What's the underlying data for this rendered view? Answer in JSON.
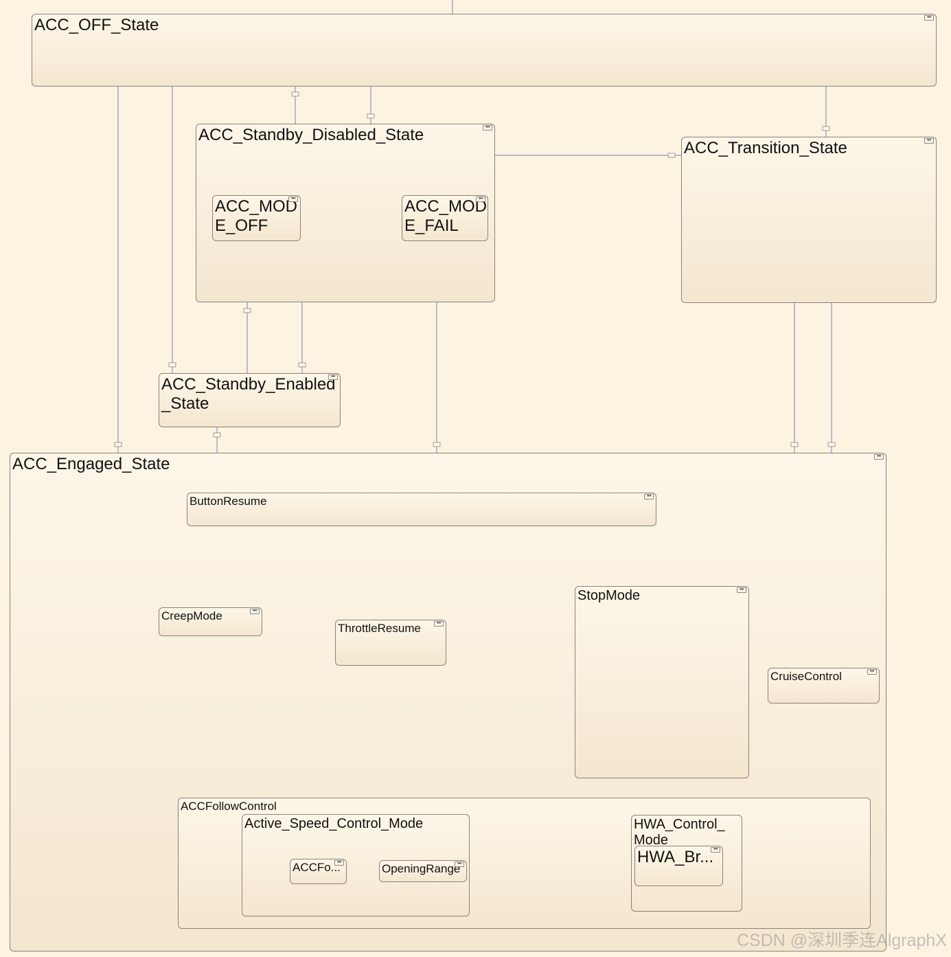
{
  "states": {
    "acc_off": "ACC_OFF_State",
    "standby_disabled": "ACC_Standby_Disabled_State",
    "mode_off": "ACC_MOD\nE_OFF",
    "mode_fail": "ACC_MOD\nE_FAIL",
    "transition": "ACC_Transition_State",
    "standby_enabled": "ACC_Standby_Enabled\n_State",
    "engaged": "ACC_Engaged_State",
    "button_resume": "ButtonResume",
    "creep_mode": "CreepMode",
    "throttle_resume": "ThrottleResume",
    "stop_mode": "StopMode",
    "cruise_control": "CruiseControl",
    "acc_follow_control": "ACCFollowControl",
    "active_speed_control": "Active_Speed_Control_Mode",
    "acc_fo": "ACCFo...",
    "opening_range": "OpeningRange",
    "hwa_control": "HWA_Control_\nMode",
    "hwa_br": "HWA_Br..."
  },
  "watermark": "CSDN @深圳季连AlgraphX",
  "colors": {
    "wire": "#7c7fb4",
    "background": "#fdf3e1",
    "border": "#8a8378"
  }
}
